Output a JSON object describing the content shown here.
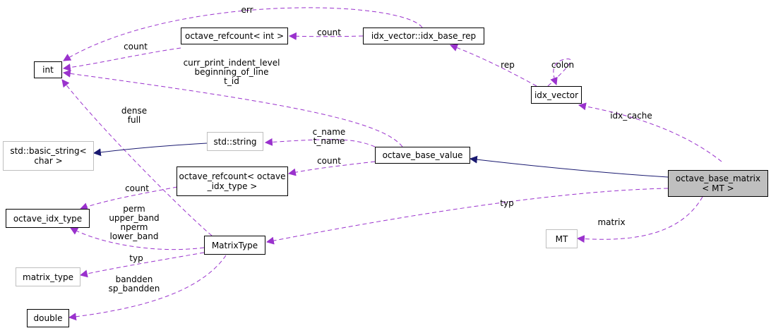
{
  "nodes": {
    "int": {
      "label": [
        "int"
      ]
    },
    "octave_refcount_int": {
      "label": [
        "octave_refcount< int >"
      ]
    },
    "idx_base_rep": {
      "label": [
        "idx_vector::idx_base_rep"
      ]
    },
    "idx_vector": {
      "label": [
        "idx_vector"
      ]
    },
    "std_basic_string": {
      "label": [
        "std::basic_string<",
        "char >"
      ]
    },
    "std_string": {
      "label": [
        "std::string"
      ]
    },
    "octave_base_value": {
      "label": [
        "octave_base_value"
      ]
    },
    "octave_refcount_idx": {
      "label": [
        "octave_refcount< octave",
        "_idx_type >"
      ]
    },
    "octave_base_matrix": {
      "label": [
        "octave_base_matrix",
        "< MT >"
      ]
    },
    "octave_idx_type": {
      "label": [
        "octave_idx_type"
      ]
    },
    "matrix_type_cls": {
      "label": [
        "MatrixType"
      ]
    },
    "mt": {
      "label": [
        "MT"
      ]
    },
    "matrix_type_enum": {
      "label": [
        "matrix_type"
      ]
    },
    "double": {
      "label": [
        "double"
      ]
    }
  },
  "edge_labels": {
    "err": [
      "err"
    ],
    "count_refint": [
      "count"
    ],
    "count_rep": [
      "count"
    ],
    "rep": [
      "rep"
    ],
    "colon": [
      "colon"
    ],
    "curr": [
      "curr_print_indent_level",
      "beginning_of_line",
      "t_id"
    ],
    "dense": [
      "dense",
      "full"
    ],
    "idx_cache": [
      "idx_cache"
    ],
    "c_name": [
      "c_name",
      "t_name"
    ],
    "count_base": [
      "count"
    ],
    "count_idx": [
      "count"
    ],
    "typ_matrix": [
      "typ"
    ],
    "perm": [
      "perm",
      "upper_band",
      "nperm",
      "lower_band"
    ],
    "matrix": [
      "matrix"
    ],
    "typ_enum": [
      "typ"
    ],
    "bandden": [
      "bandden",
      "sp_bandden"
    ]
  },
  "colors": {
    "usage_edge": "#9a32cd",
    "inheritance_edge": "#191970",
    "root_fill": "#bfbfbf",
    "external_border": "#bfbfbf"
  }
}
